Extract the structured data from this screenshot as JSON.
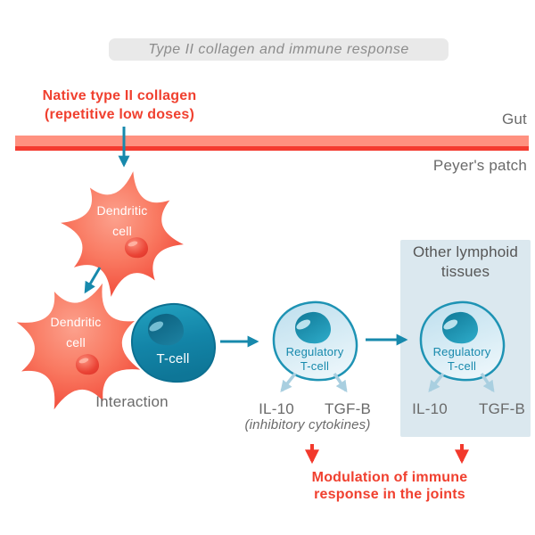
{
  "title_banner": {
    "label": "Type II collagen and immune response"
  },
  "top_label": {
    "line1": "Native type II collagen",
    "line2": "(repetitive low doses)"
  },
  "gut": {
    "label": "Gut",
    "peyers_label": "Peyer's patch"
  },
  "cells": {
    "dendritic1": {
      "line1": "Dendritic",
      "line2": "cell"
    },
    "dendritic2": {
      "line1": "Dendritic",
      "line2": "cell"
    },
    "tcell": {
      "label": "T-cell"
    },
    "interaction_label": "Interaction",
    "reg1": {
      "line1": "Regulatory",
      "line2": "T-cell"
    },
    "reg2": {
      "line1": "Regulatory",
      "line2": "T-cell"
    }
  },
  "lymphoid_box": {
    "line1": "Other lymphoid",
    "line2": "tissues"
  },
  "cytokines": {
    "il10_left": "IL-10",
    "tgfb_left": "TGF-B",
    "inhibitory": "(inhibitory cytokines)",
    "il10_right": "IL-10",
    "tgfb_right": "TGF-B"
  },
  "outcome": {
    "line1": "Modulation of immune",
    "line2": "response in the joints"
  },
  "colors": {
    "accent_red": "#f0402f",
    "accent_teal": "#1789ac",
    "light_blue_arrow": "#a9cfe0",
    "box_fill": "#dbe8ef",
    "banner_fill": "#e9e9e9",
    "gut_bar_fill": "#ff9180",
    "gut_bar_line": "#f43b30",
    "regulatory_cell_fill": "#d7ecf5",
    "tcell_fill": "#1385a8"
  }
}
